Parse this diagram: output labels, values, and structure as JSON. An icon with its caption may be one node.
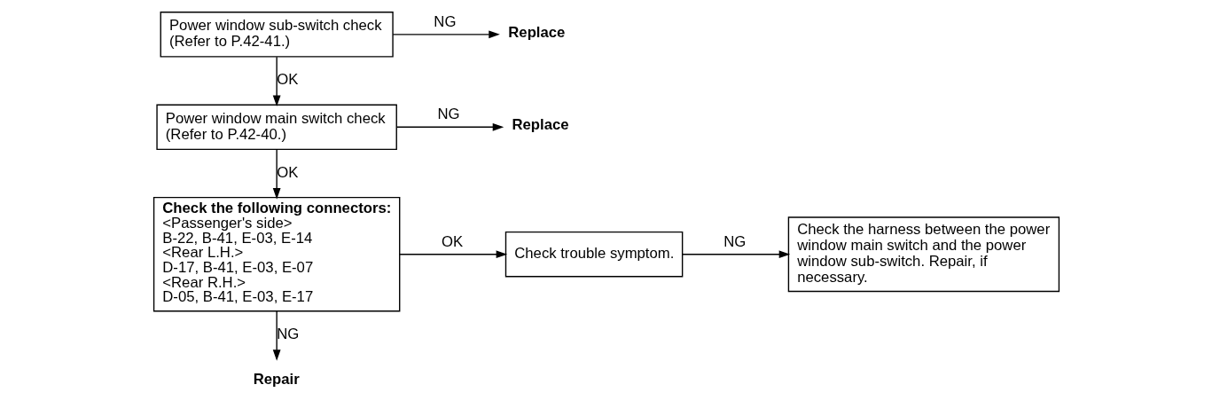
{
  "diagram": {
    "nodes": [
      {
        "text": [
          "Power window sub-switch check (Refer to P.42-41.)"
        ]
      },
      {
        "text": [
          "Replace"
        ]
      },
      {
        "text": [
          "Power window main switch check (Refer to P.42-40.)"
        ]
      },
      {
        "text": [
          "Replace"
        ]
      },
      {
        "text": [
          "Check the following connectors:",
          "<Passenger's side>",
          "B-22, B-41, E-03, E-14",
          "<Rear L.H.>",
          "D-17, B-41, E-03, E-07",
          "<Rear R.H.>",
          "D-05, B-41, E-03, E-17"
        ]
      },
      {
        "text": [
          "Check trouble symptom."
        ]
      },
      {
        "text": [
          "Check the harness between the power window main switch and the power window sub-switch. Repair, if necessary."
        ]
      },
      {
        "text": [
          "Repair"
        ]
      }
    ],
    "edges": [
      {
        "from": 0,
        "to": 1,
        "arrow": "to",
        "label": "NG"
      },
      {
        "from": 0,
        "to": 2,
        "arrow": "to",
        "label": "OK"
      },
      {
        "from": 2,
        "to": 3,
        "arrow": "to",
        "label": "NG"
      },
      {
        "from": 2,
        "to": 4,
        "arrow": "to",
        "label": "OK"
      },
      {
        "from": 4,
        "to": 5,
        "arrow": "to",
        "label": "OK"
      },
      {
        "from": 5,
        "to": 6,
        "arrow": "to",
        "label": "NG"
      },
      {
        "from": 4,
        "to": 7,
        "arrow": "to",
        "label": "NG"
      }
    ]
  }
}
